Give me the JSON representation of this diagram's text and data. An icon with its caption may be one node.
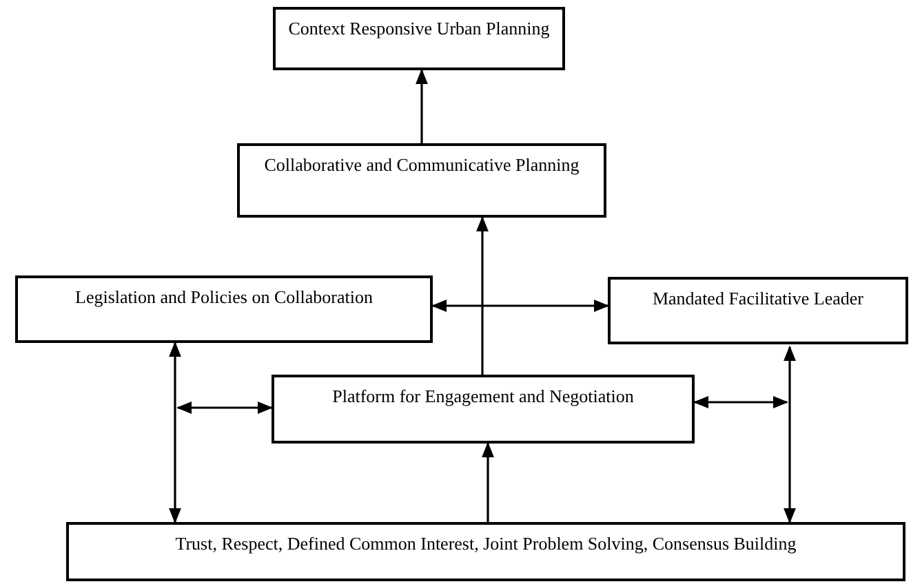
{
  "diagram": {
    "nodes": [
      {
        "text": [
          "Context Responsive Urban Planning"
        ]
      },
      {
        "text": [
          "Collaborative and Communicative Planning"
        ]
      },
      {
        "text": [
          "Legislation and Policies on Collaboration"
        ]
      },
      {
        "text": [
          "Mandated Facilitative Leader"
        ]
      },
      {
        "text": [
          "Platform for Engagement and Negotiation"
        ]
      },
      {
        "text": [
          "Trust, Respect, Defined Common Interest, Joint Problem Solving, Consensus Building"
        ]
      }
    ],
    "edges": [
      {
        "from": 1,
        "to": 0,
        "arrow": "to"
      },
      {
        "from": 4,
        "to": 1,
        "arrow": "to"
      },
      {
        "from": 2,
        "to": 3,
        "arrow": "both"
      },
      {
        "from": 5,
        "to": 4,
        "arrow": "to"
      },
      {
        "from": 2,
        "to": 5,
        "arrow": "both"
      },
      {
        "from": 3,
        "to": 5,
        "arrow": "both"
      },
      {
        "from": null,
        "to": 4,
        "arrow": "both"
      },
      {
        "from": 4,
        "to": null,
        "arrow": "both"
      }
    ]
  }
}
